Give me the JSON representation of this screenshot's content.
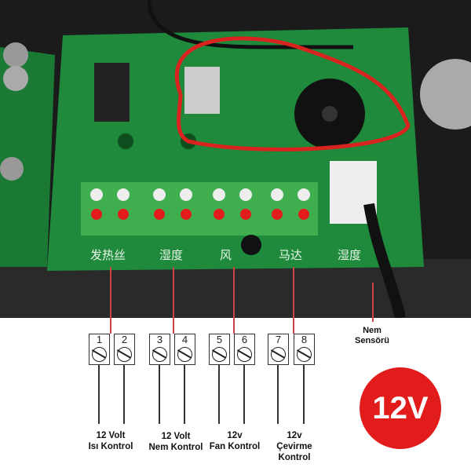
{
  "board_labels": [
    "发热丝",
    "湿度",
    "风",
    "马达",
    "湿度"
  ],
  "terminals": [
    "1",
    "2",
    "3",
    "4",
    "5",
    "6",
    "7",
    "8"
  ],
  "groups": [
    {
      "line1": "12 Volt",
      "line2": "Isı Kontrol"
    },
    {
      "line1": "12 Volt",
      "line2": "Nem Kontrol"
    },
    {
      "line1": "12v",
      "line2": "Fan Kontrol"
    },
    {
      "line1": "12v",
      "line2": "Çevirme",
      "line3": "Kontrol"
    }
  ],
  "sensor": {
    "line1": "Nem",
    "line2": "Sensörü"
  },
  "badge": "12V",
  "colors": {
    "pcb": "#1f8a3c",
    "terminal_block": "#3fae4f",
    "badge": "#e21b1b",
    "wire_red": "#d9231f"
  }
}
